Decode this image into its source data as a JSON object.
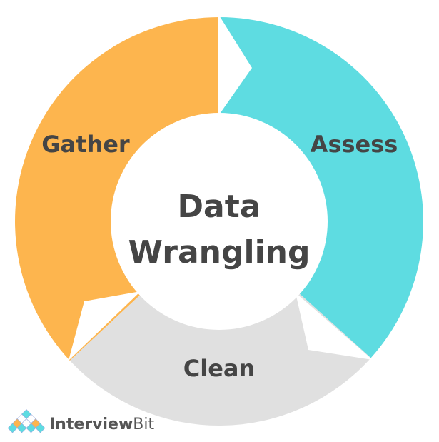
{
  "diagram": {
    "center_title_line1": "Data",
    "center_title_line2": "Wrangling",
    "stages": [
      {
        "label": "Gather",
        "color": "#FDB54E"
      },
      {
        "label": "Assess",
        "color": "#5EDCE1"
      },
      {
        "label": "Clean",
        "color": "#E0E0E0"
      }
    ]
  },
  "logo": {
    "brand_part1": "Interview",
    "brand_part2": "Bit"
  }
}
